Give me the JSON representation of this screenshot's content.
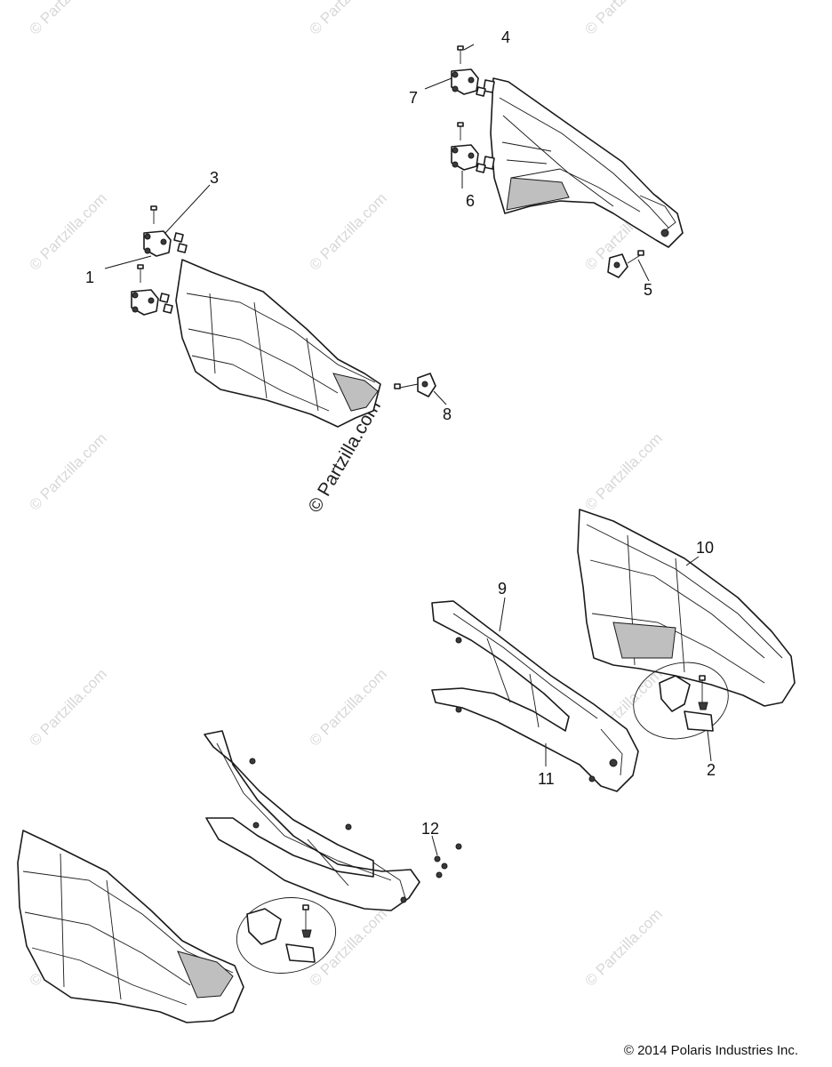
{
  "watermark": {
    "text": "© Partzilla.com",
    "color": "#d8d8d8"
  },
  "callouts": [
    "1",
    "2",
    "3",
    "4",
    "5",
    "6",
    "7",
    "8",
    "9",
    "10",
    "11",
    "12"
  ],
  "copyright": "© 2014 Polaris Industries Inc."
}
